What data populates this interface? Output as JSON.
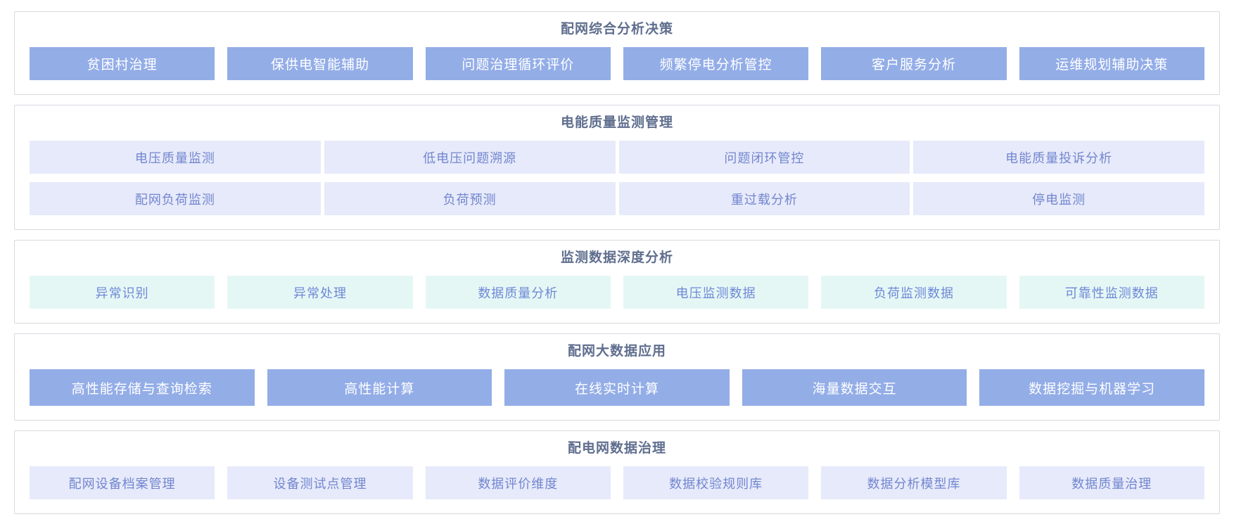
{
  "page": {
    "background": "#ffffff"
  },
  "colors": {
    "accent_blue": "#93ade7",
    "tile_text_white": "#ffffff",
    "lavender_bg": "#e7eafa",
    "lavender_text": "#7286cf",
    "mint_bg": "#e5f7f5",
    "mint_text": "#6e89d6",
    "title_color": "#5f6e8e",
    "card_border": "#d6d9de"
  },
  "sections": [
    {
      "id": "decision",
      "title": "配网综合分析决策",
      "style": "blue",
      "rows": [
        [
          "贫困村治理",
          "保供电智能辅助",
          "问题治理循环评价",
          "频繁停电分析管控",
          "客户服务分析",
          "运维规划辅助决策"
        ]
      ]
    },
    {
      "id": "power-quality",
      "title": "电能质量监测管理",
      "style": "lavender",
      "rows": [
        [
          "电压质量监测",
          "低电压问题溯源",
          "问题闭环管控",
          "电能质量投诉分析"
        ],
        [
          "配网负荷监测",
          "负荷预测",
          "重过载分析",
          "停电监测"
        ]
      ]
    },
    {
      "id": "monitor-analysis",
      "title": "监测数据深度分析",
      "style": "mint",
      "rows": [
        [
          "异常识别",
          "异常处理",
          "数据质量分析",
          "电压监测数据",
          "负荷监测数据",
          "可靠性监测数据"
        ]
      ]
    },
    {
      "id": "bigdata",
      "title": "配网大数据应用",
      "style": "blue",
      "rows": [
        [
          "高性能存储与查询检索",
          "高性能计算",
          "在线实时计算",
          "海量数据交互",
          "数据挖掘与机器学习"
        ]
      ]
    },
    {
      "id": "governance",
      "title": "配电网数据治理",
      "style": "lavender",
      "rows": [
        [
          "配网设备档案管理",
          "设备测试点管理",
          "数据评价维度",
          "数据校验规则库",
          "数据分析模型库",
          "数据质量治理"
        ]
      ]
    }
  ]
}
